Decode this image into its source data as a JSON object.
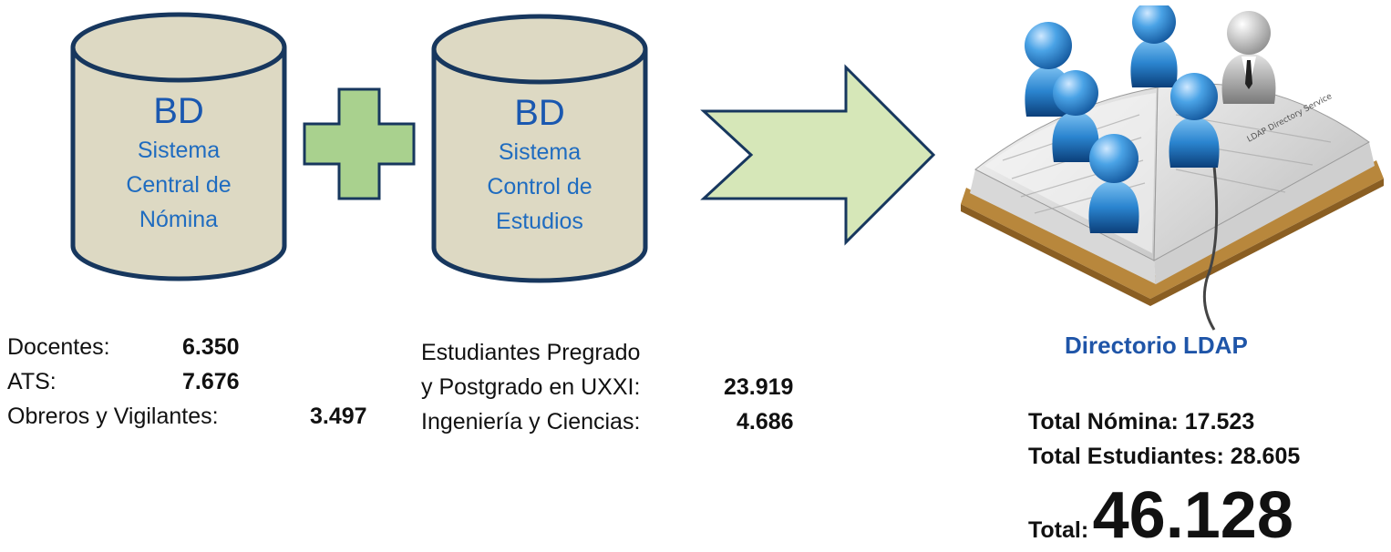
{
  "db_nomina": {
    "title": "BD",
    "lines": [
      "Sistema",
      "Central de",
      "Nómina"
    ]
  },
  "db_estudios": {
    "title": "BD",
    "lines": [
      "Sistema",
      "Control de",
      "Estudios"
    ]
  },
  "nomina_stats": [
    {
      "label": "Docentes:",
      "value": "6.350"
    },
    {
      "label": "ATS:",
      "value": "7.676"
    },
    {
      "label": "Obreros y Vigilantes:",
      "value": "3.497"
    }
  ],
  "estudios_stats": {
    "line1": "Estudiantes Pregrado",
    "line2_label": "y Postgrado en UXXI:",
    "line2_value": "23.919",
    "line3_label": "Ingeniería y Ciencias:",
    "line3_value": "4.686"
  },
  "directory": {
    "title": "Directorio LDAP",
    "book_label": "LDAP Directory Service"
  },
  "totals": {
    "nomina_label": "Total Nómina:",
    "nomina_value": "17.523",
    "estudiantes_label": "Total Estudiantes:",
    "estudiantes_value": "28.605",
    "grand_label": "Total:",
    "grand_value": "46.128"
  },
  "colors": {
    "cylinder_fill": "#ddd9c3",
    "cylinder_stroke": "#17375e",
    "plus_fill": "#a9d18e",
    "arrow_fill": "#d6e7b8",
    "accent_blue": "#1f55a8"
  }
}
